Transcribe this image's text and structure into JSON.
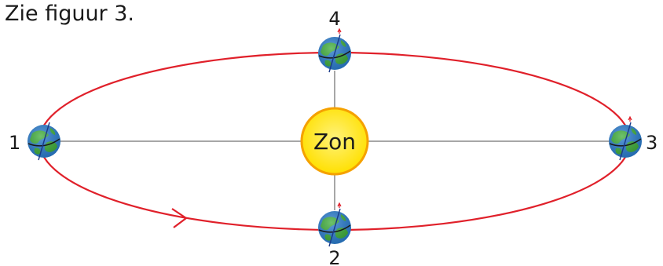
{
  "caption": "Zie figuur 3.",
  "sun": {
    "label": "Zon",
    "fill": "#ffe600",
    "stroke": "#f5a100"
  },
  "orbit": {
    "color": "#e0202a"
  },
  "axis_line_color": "#8a8a8a",
  "earth_colors": {
    "ocean": "#2d7fd0",
    "land": "#3fae3a"
  },
  "positions": [
    {
      "label": "1"
    },
    {
      "label": "2"
    },
    {
      "label": "3"
    },
    {
      "label": "4"
    }
  ]
}
